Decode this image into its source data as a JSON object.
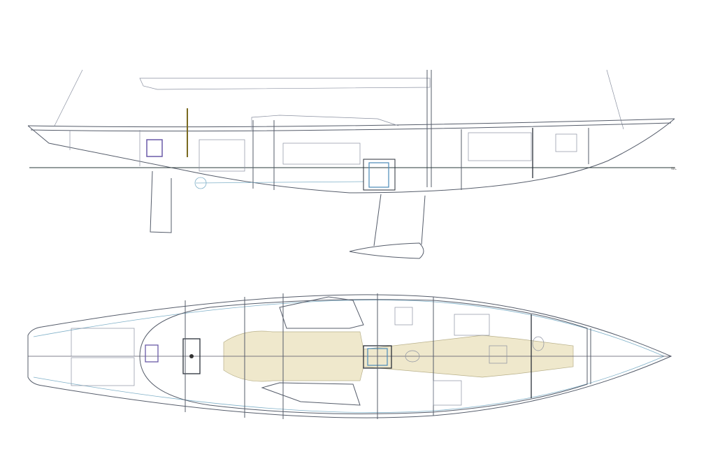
{
  "drawing": {
    "views": [
      "profile",
      "plan"
    ],
    "waterline_label": "WL",
    "colors": {
      "line": "#555c6a",
      "engine": "#4a8ab8",
      "sole": "#efe8cc",
      "steering": "#6a5aa8",
      "mast": "#7a6a20"
    }
  }
}
